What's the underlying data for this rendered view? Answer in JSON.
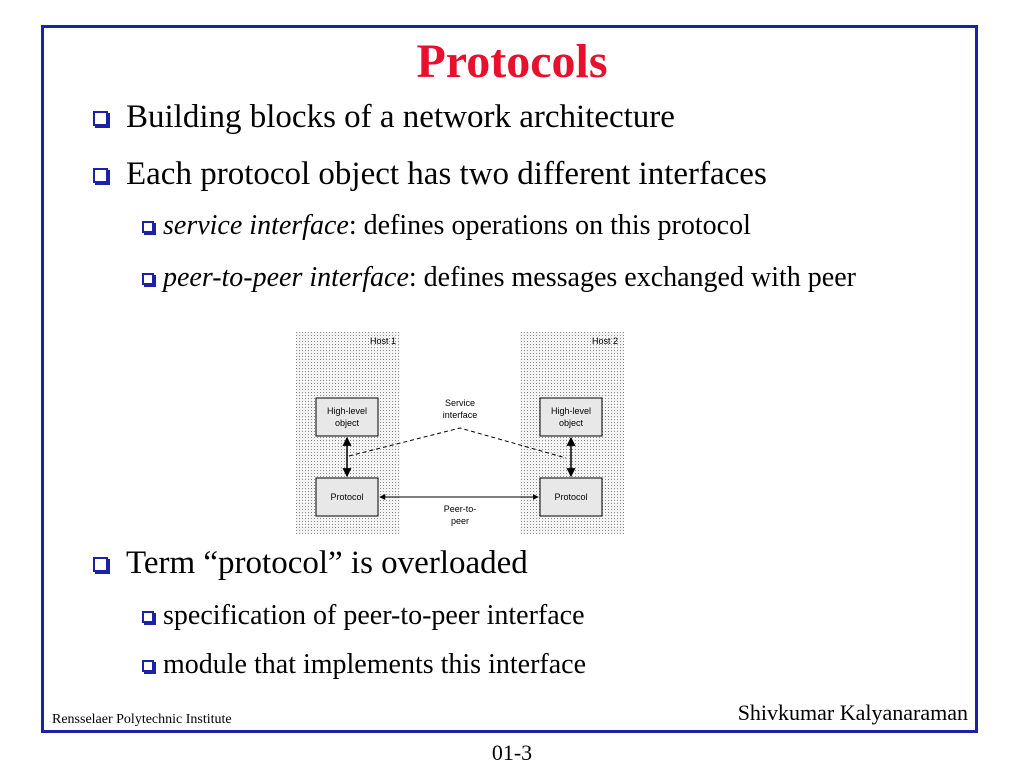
{
  "slide": {
    "title": "Protocols",
    "bullets": [
      {
        "text": "Building blocks of a network architecture"
      },
      {
        "text": "Each protocol object has two different interfaces"
      },
      {
        "term": "service interface",
        "rest": ": defines operations on this protocol"
      },
      {
        "term": "peer-to-peer interface",
        "rest": ": defines messages exchanged with peer"
      },
      {
        "text": "Term “protocol” is overloaded"
      },
      {
        "text": "specification of peer-to-peer interface"
      },
      {
        "text": "module that implements this interface"
      }
    ]
  },
  "figure": {
    "host1": "Host 1",
    "host2": "Host 2",
    "high_level_object": [
      "High-level",
      "object"
    ],
    "protocol": "Protocol",
    "service_interface": [
      "Service",
      "interface"
    ],
    "peer_to_peer": [
      "Peer-to-",
      "peer"
    ]
  },
  "footer": {
    "institute": "Rensselaer Polytechnic Institute",
    "author": "Shivkumar Kalyanaraman",
    "page": "01-3"
  },
  "colors": {
    "title": "#e8112d",
    "frame": "#1c22a8",
    "bullet_box": "#1c22a8"
  }
}
